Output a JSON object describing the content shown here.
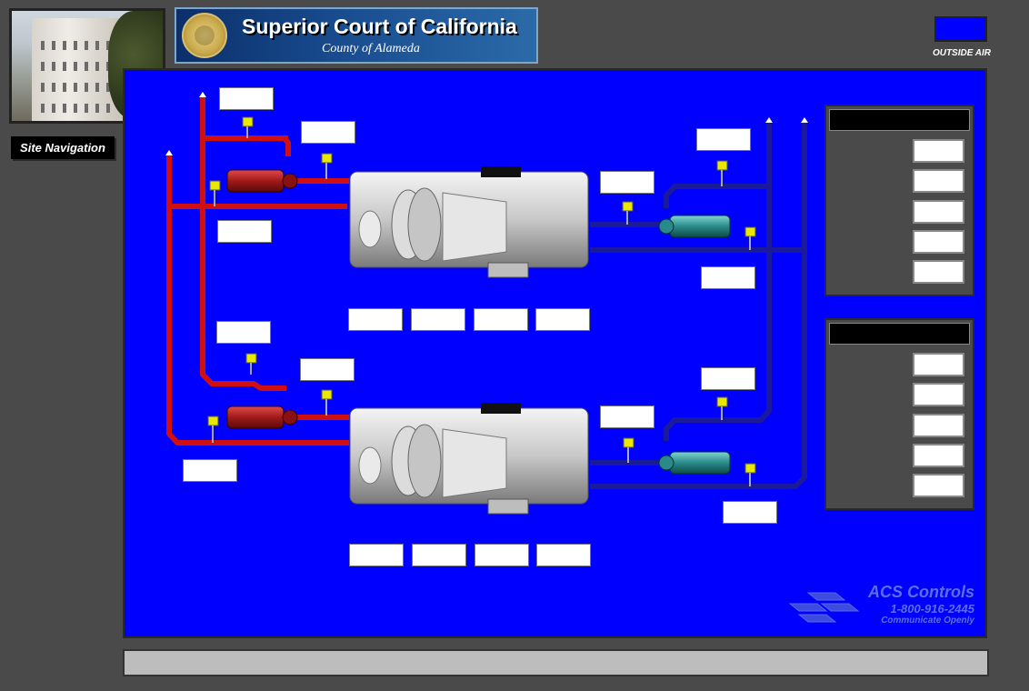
{
  "header": {
    "title": "Superior Court of California",
    "subtitle": "County of Alameda"
  },
  "nav": {
    "site_navigation_label": "Site Navigation"
  },
  "outside_air": {
    "label": "OUTSIDE AIR",
    "value": ""
  },
  "branding": {
    "company": "ACS Controls",
    "phone": "1-800-916-2445",
    "tagline": "Communicate Openly"
  },
  "colors": {
    "background": "#4a4a4a",
    "diagram": "#0000ff",
    "condenser_pipe": "#d01010",
    "chilled_pipe": "#1a1a9a",
    "sensor": "#e8e800"
  },
  "chiller_1": {
    "readouts": [
      "",
      "",
      "",
      ""
    ]
  },
  "chiller_2": {
    "readouts": [
      "",
      "",
      "",
      ""
    ]
  },
  "panels": [
    {
      "title": "",
      "values": [
        "",
        "",
        "",
        "",
        ""
      ]
    },
    {
      "title": "",
      "values": [
        "",
        "",
        "",
        "",
        ""
      ]
    }
  ],
  "status": {
    "message": ""
  }
}
